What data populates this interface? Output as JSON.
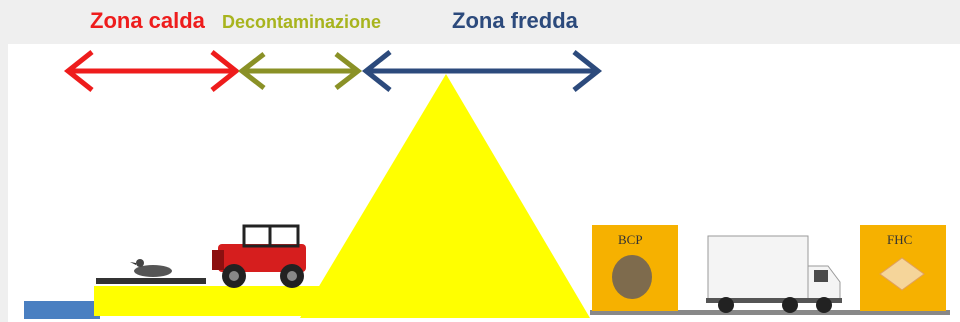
{
  "zones": [
    {
      "id": "hot",
      "label": "Zona calda",
      "color": "#ee1c1c"
    },
    {
      "id": "decon",
      "label": "Decontaminazione",
      "color": "#a8b41e"
    },
    {
      "id": "cold",
      "label": "Zona fredda",
      "color": "#2c4a7c"
    }
  ],
  "arrow_colors": {
    "hot": "#ee1c1c",
    "decon": "#8a9126",
    "cold": "#2c4a7c"
  },
  "plume_color": "#ffff00",
  "box_color": "#f6b100",
  "boxes": {
    "bcp": {
      "label": "BCP",
      "symbol": "circle",
      "symbol_color": "#7e6b4d"
    },
    "fhc": {
      "label": "FHC",
      "symbol": "diamond",
      "symbol_color": "#f5d59a"
    }
  }
}
